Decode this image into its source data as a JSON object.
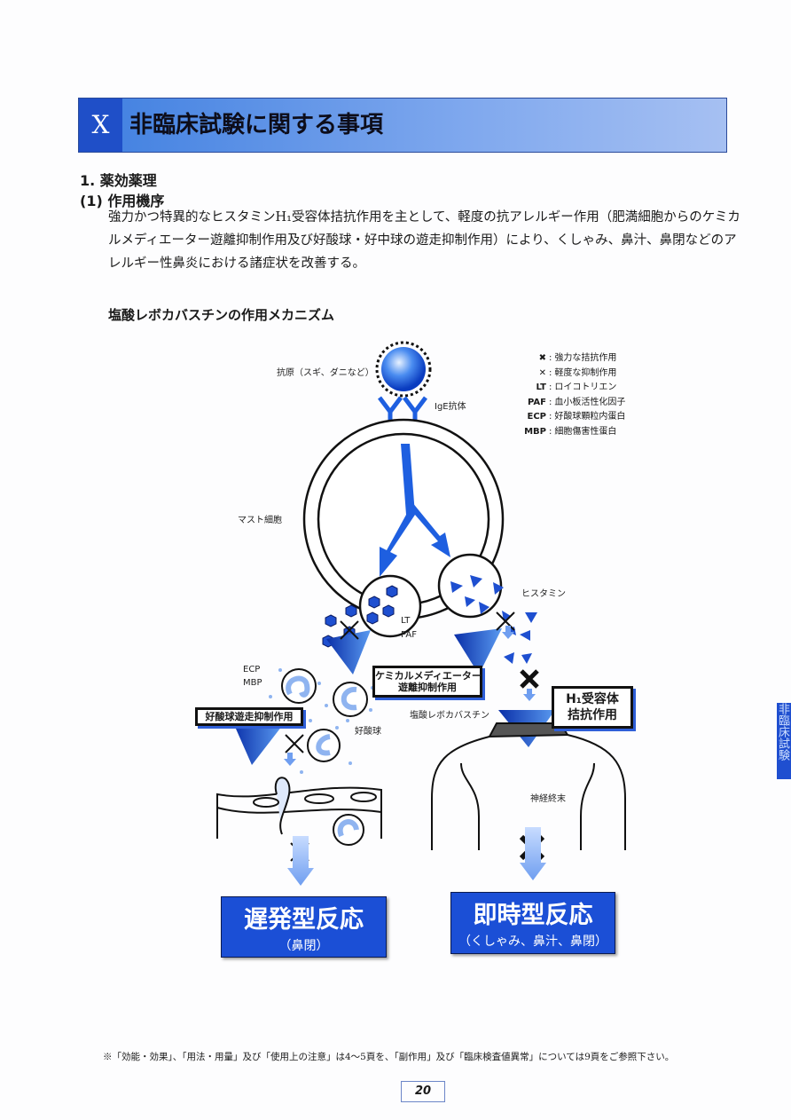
{
  "header": {
    "section_number": "X",
    "title": "非臨床試験に関する事項"
  },
  "section": {
    "heading": "1. 薬効薬理",
    "subheading": "(1) 作用機序",
    "paragraph": "強力かつ特異的なヒスタミンH₁受容体拮抗作用を主として、軽度の抗アレルギー作用（肥満細胞からのケミカルメディエーター遊離抑制作用及び好酸球・好中球の遊走抑制作用）により、くしゃみ、鼻汁、鼻閉などのアレルギー性鼻炎における諸症状を改善する。"
  },
  "figure": {
    "caption": "塩酸レボカバスチンの作用メカニズム",
    "labels": {
      "antigen": "抗原（スギ、ダニなど）",
      "ige": "IgE抗体",
      "mast_cell": "マスト細胞",
      "lt": "LT",
      "paf": "PAF",
      "histamine": "ヒスタミン",
      "ecp": "ECP",
      "mbp": "MBP",
      "eosinophil": "好酸球",
      "drug": "塩酸レボカバスチン",
      "nerve": "神経終末"
    },
    "boxes": {
      "chem_line1": "ケミカルメディエーター",
      "chem_line2": "遊離抑制作用",
      "eos_migration": "好酸球遊走抑制作用",
      "h1_line1": "H₁受容体",
      "h1_line2": "拮抗作用"
    },
    "legend": [
      {
        "key": "✖",
        "text": "強力な拮抗作用"
      },
      {
        "key": "✕",
        "text": "軽度な抑制作用"
      },
      {
        "key": "LT",
        "text": "ロイコトリエン"
      },
      {
        "key": "PAF",
        "text": "血小板活性化因子"
      },
      {
        "key": "ECP",
        "text": "好酸球顆粒内蛋白"
      },
      {
        "key": "MBP",
        "text": "細胞傷害性蛋白"
      }
    ],
    "results": {
      "late_title": "遅発型反応",
      "late_sub": "（鼻閉）",
      "immediate_title": "即時型反応",
      "immediate_sub": "（くしゃみ、鼻汁、鼻閉）"
    }
  },
  "footnote": "※「効能・効果」、「用法・用量」及び「使用上の注意」は4～5頁を、「副作用」及び「臨床検査値異常」については9頁をご参照下さい。",
  "page_number": "20",
  "side_tab": "非臨床試験"
}
